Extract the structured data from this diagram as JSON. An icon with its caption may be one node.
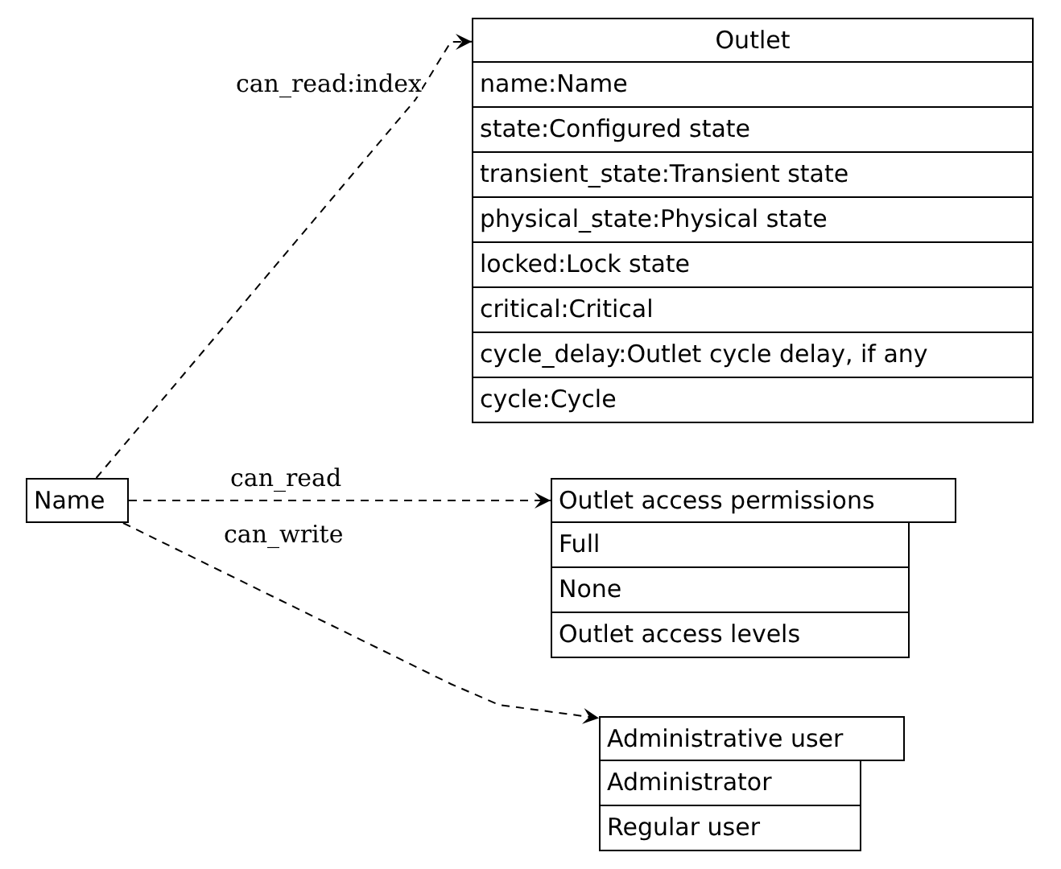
{
  "diagram": {
    "nodes": [
      {
        "text": [
          "Outlet",
          "name:Name",
          "state:Configured state",
          "transient_state:Transient state",
          "physical_state:Physical state",
          "locked:Lock state",
          "critical:Critical",
          "cycle_delay:Outlet cycle delay, if any",
          "cycle:Cycle"
        ]
      },
      {
        "text": [
          "Name"
        ]
      },
      {
        "text": [
          "Outlet access permissions",
          "Full",
          "None",
          "Outlet access levels"
        ]
      },
      {
        "text": [
          "Administrative user",
          "Administrator",
          "Regular user"
        ]
      }
    ],
    "edges": [
      {
        "from": 1,
        "to": 0,
        "arrow": "to",
        "label": "can_read:index",
        "style": "dashed"
      },
      {
        "from": 1,
        "to": 2,
        "arrow": "to",
        "label": "can_read",
        "style": "dashed"
      },
      {
        "from": 1,
        "to": 3,
        "arrow": "to",
        "label": "can_write",
        "style": "dashed"
      }
    ]
  }
}
